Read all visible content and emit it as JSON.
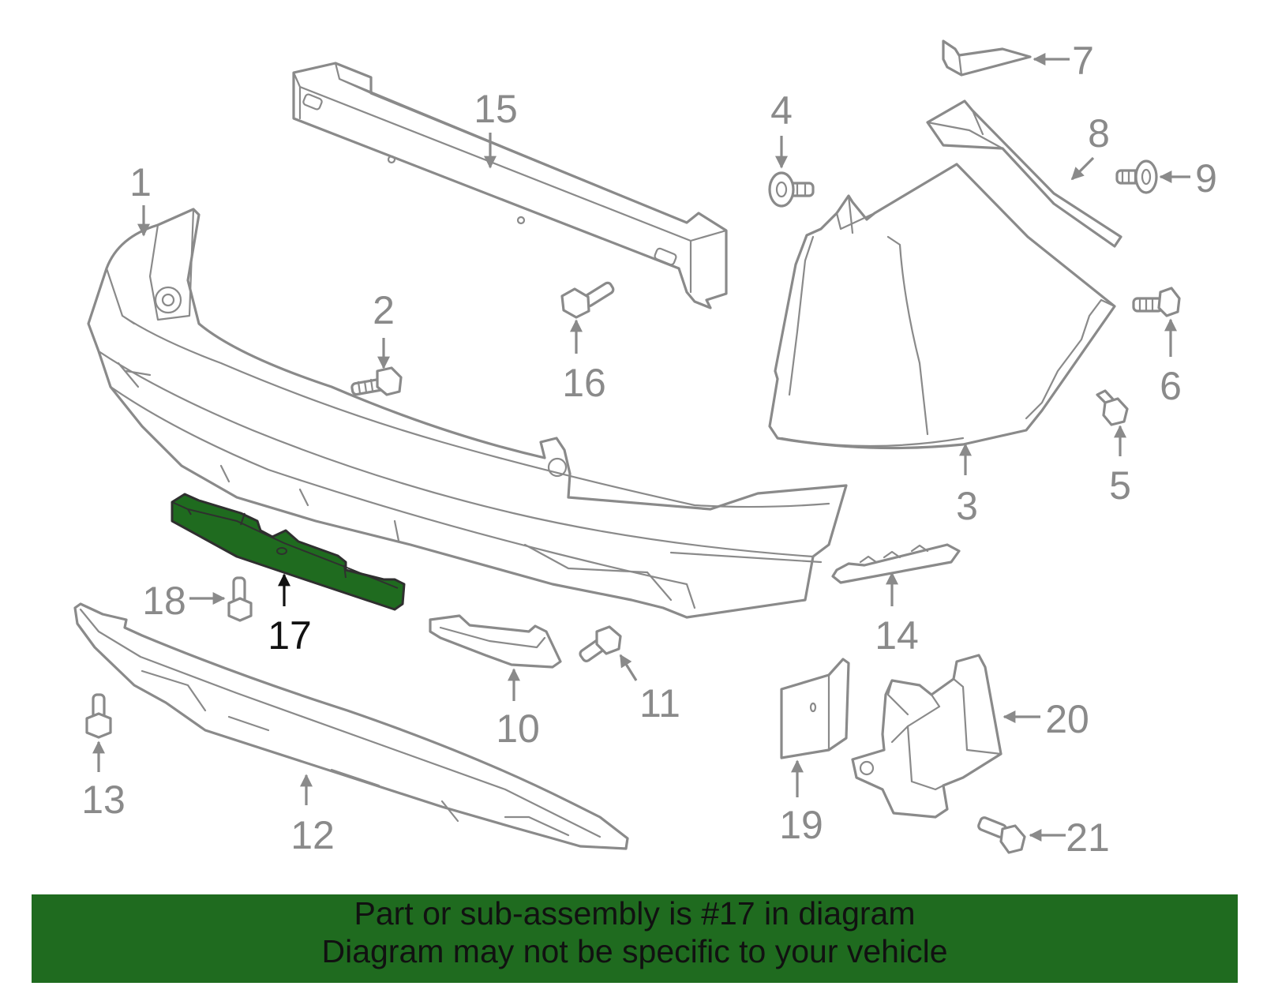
{
  "diagram": {
    "callouts": [
      "1",
      "2",
      "3",
      "4",
      "5",
      "6",
      "7",
      "8",
      "9",
      "10",
      "11",
      "12",
      "13",
      "14",
      "15",
      "16",
      "17",
      "18",
      "19",
      "20",
      "21"
    ],
    "highlighted_callout": "17",
    "colors": {
      "outline": "#8a8a8a",
      "highlight_fill": "#1f6b1f",
      "footer_background": "#1f6b1f",
      "highlight_text": "#111111"
    }
  },
  "footer": {
    "line1": "Part or sub-assembly is #17 in diagram",
    "line2": "Diagram may not be specific to your vehicle"
  }
}
